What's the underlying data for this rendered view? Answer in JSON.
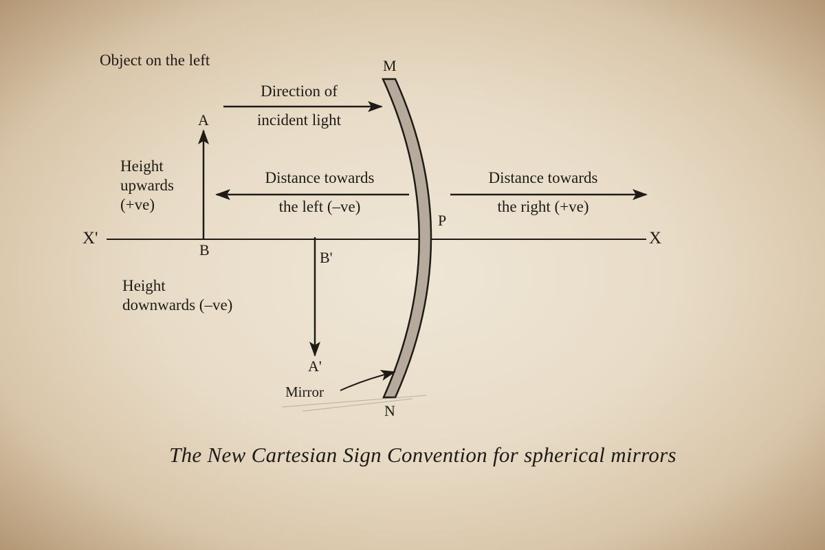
{
  "labels": {
    "object_left": "Object on the left",
    "incident_1": "Direction of",
    "incident_2": "incident light",
    "height_up_1": "Height",
    "height_up_2": "upwards",
    "height_up_3": "(+ve)",
    "dist_left_1": "Distance towards",
    "dist_left_2": "the left (–ve)",
    "dist_right_1": "Distance towards",
    "dist_right_2": "the right (+ve)",
    "height_down_1": "Height",
    "height_down_2": "downwards (–ve)",
    "mirror": "Mirror"
  },
  "points": {
    "M": "M",
    "N": "N",
    "P": "P",
    "A": "A",
    "B": "B",
    "A_prime": "A'",
    "B_prime": "B'",
    "X": "X",
    "X_prime": "X'"
  },
  "caption": "The New Cartesian Sign Convention for spherical mirrors"
}
